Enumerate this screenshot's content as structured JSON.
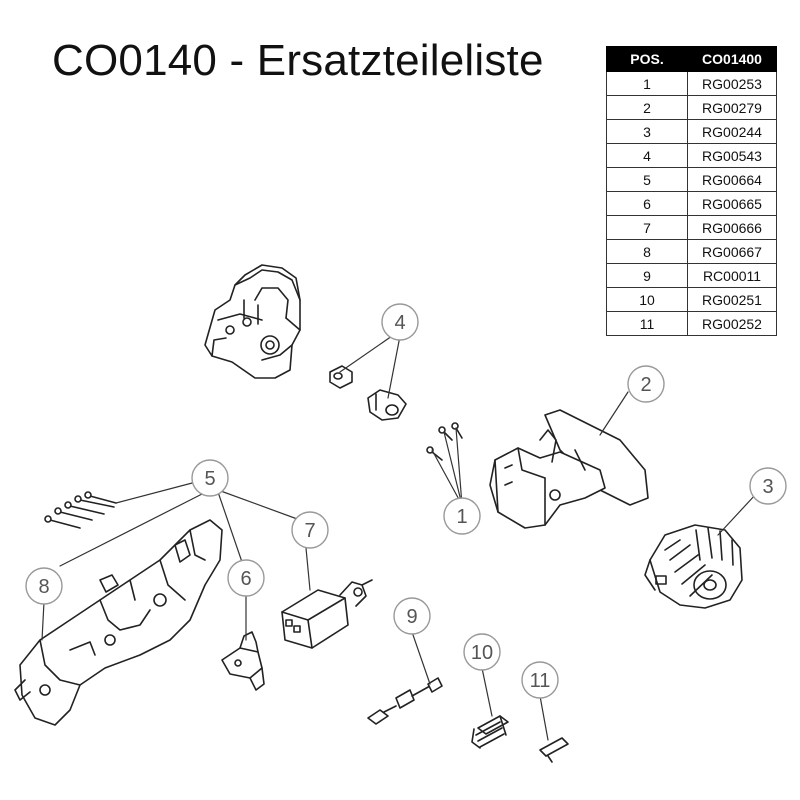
{
  "title": "CO0140 - Ersatzteileliste",
  "table": {
    "headers": [
      "POS.",
      "CO01400"
    ],
    "rows": [
      {
        "pos": "1",
        "code": "RG00253"
      },
      {
        "pos": "2",
        "code": "RG00279"
      },
      {
        "pos": "3",
        "code": "RG00244"
      },
      {
        "pos": "4",
        "code": "RG00543"
      },
      {
        "pos": "5",
        "code": "RG00664"
      },
      {
        "pos": "6",
        "code": "RG00665"
      },
      {
        "pos": "7",
        "code": "RG00666"
      },
      {
        "pos": "8",
        "code": "RG00667"
      },
      {
        "pos": "9",
        "code": "RC00011"
      },
      {
        "pos": "10",
        "code": "RG00251"
      },
      {
        "pos": "11",
        "code": "RG00252"
      }
    ]
  },
  "callouts": [
    "1",
    "2",
    "3",
    "4",
    "5",
    "6",
    "7",
    "8",
    "9",
    "10",
    "11"
  ],
  "colors": {
    "line": "#222222",
    "callout": "#999999",
    "table_header": "#000000"
  }
}
